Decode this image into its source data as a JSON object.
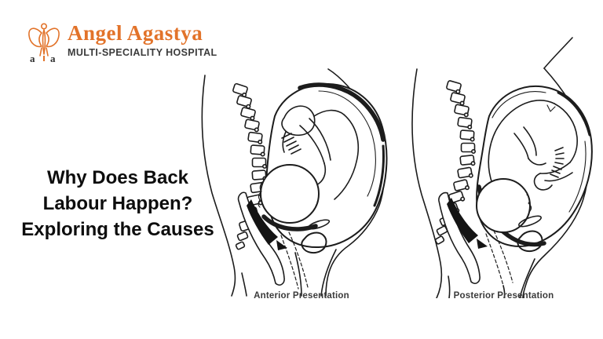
{
  "logo": {
    "name": "Angel Agastya",
    "tagline": "MULTI-SPECIALITY HOSPITAL",
    "icon": "angel-icon",
    "brand_color": "#e2732a",
    "tagline_color": "#3b3b3b"
  },
  "title": {
    "lines": [
      "Why Does Back",
      "Labour Happen?",
      "Exploring the Causes"
    ],
    "color": "#0d0d0d"
  },
  "figures": [
    {
      "id": "anterior",
      "caption": "Anterior Presentation"
    },
    {
      "id": "posterior",
      "caption": "Posterior Presentation"
    }
  ],
  "line_art_color": "#1c1c1c",
  "background_color": "#ffffff"
}
